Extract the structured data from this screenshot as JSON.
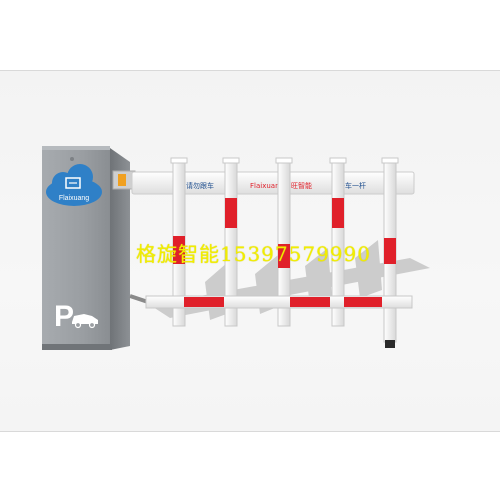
{
  "cabinet": {
    "brand": "Flaixuang",
    "parking_symbol": "P"
  },
  "arm": {
    "slogan_left": "请勿跟车",
    "brand_label": "Flaixuang百旺智能",
    "slogan_right": "一车一杆"
  },
  "watermark": {
    "text": "格旋智能15397579990"
  },
  "colors": {
    "cabinet": "#8e9296",
    "cloud": "#2f80c7",
    "stripe_red": "#e0202a",
    "watermark": "#f2ee00"
  }
}
